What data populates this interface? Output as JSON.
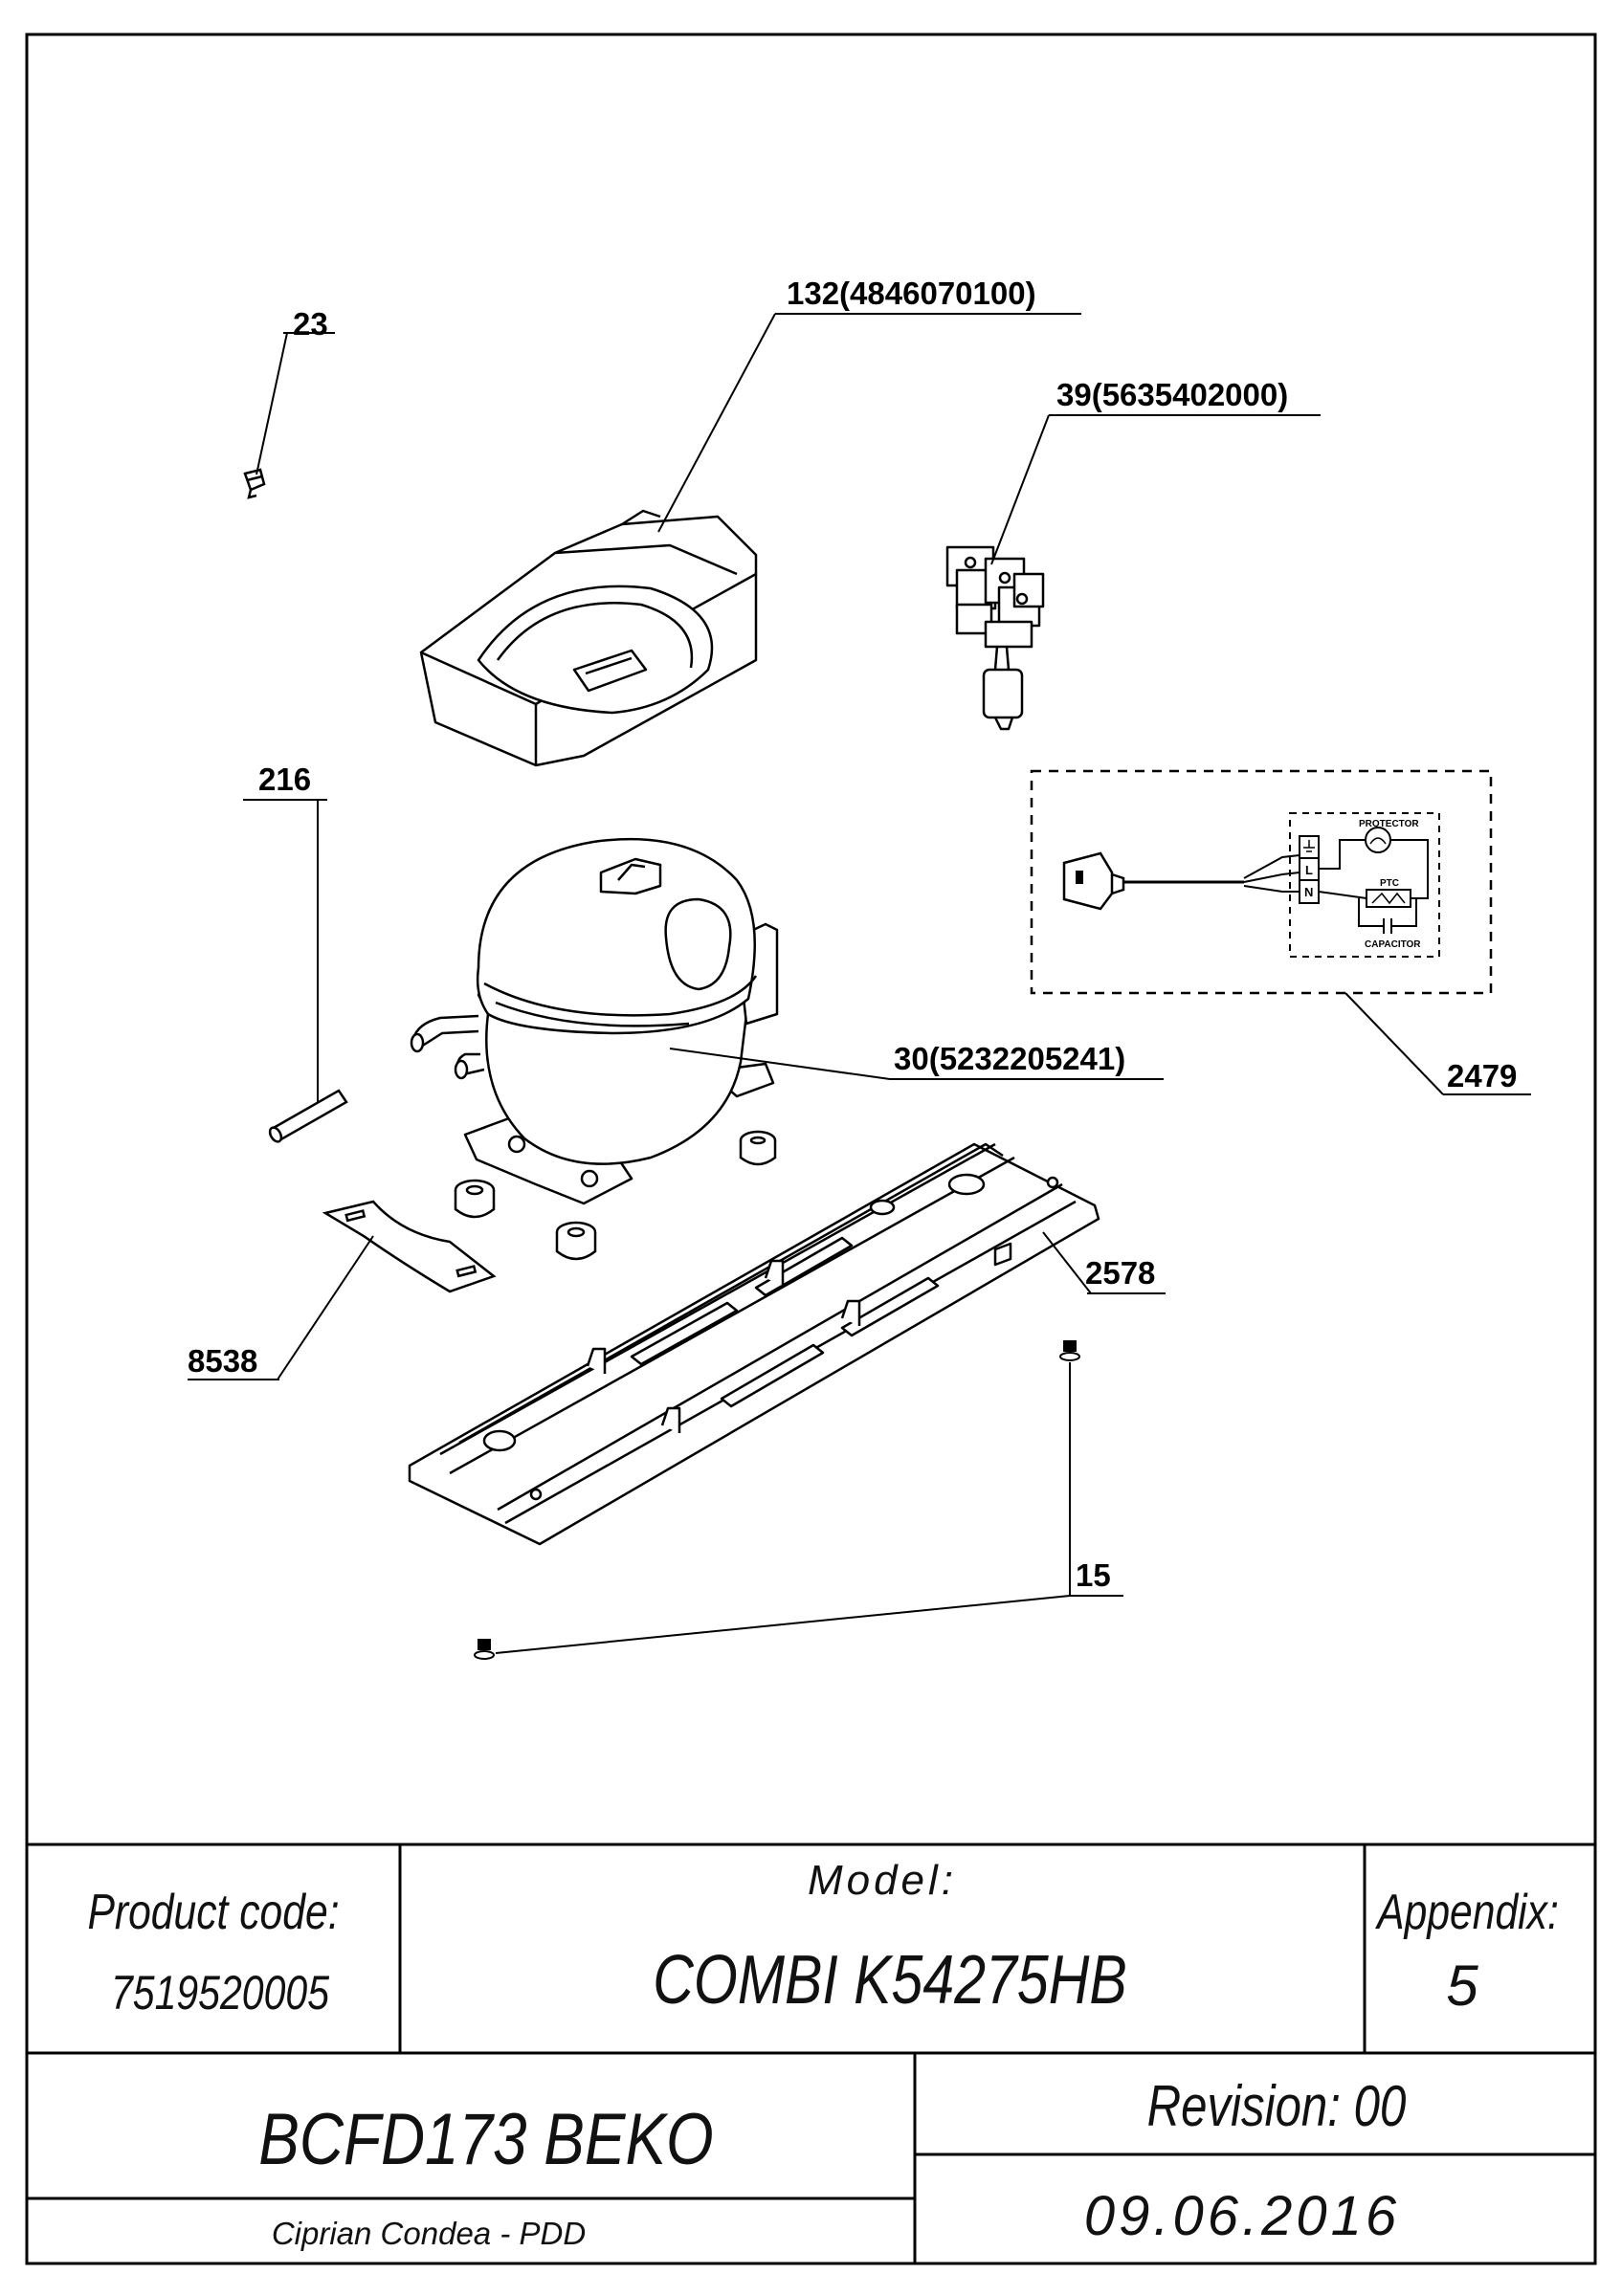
{
  "callouts": {
    "c23": "23",
    "c132": "132(4846070100)",
    "c39": "39(5635402000)",
    "c216": "216",
    "c30": "30(5232205241)",
    "c2479": "2479",
    "c2578": "2578",
    "c8538": "8538",
    "c15": "15"
  },
  "wiring": {
    "protector": "PROTECTOR",
    "ptc": "PTC",
    "capacitor": "CAPACITOR",
    "terminal_l": "L",
    "terminal_n": "N"
  },
  "title_block": {
    "product_code_label": "Product code:",
    "product_code_value": "7519520005",
    "model_label": "Model:",
    "model_value": "COMBI K54275HB",
    "appendix_label": "Appendix:",
    "appendix_value": "5",
    "product_name": "BCFD173 BEKO",
    "revision": "Revision: 00",
    "author": "Ciprian Condea - PDD",
    "date": "09.06.2016"
  }
}
